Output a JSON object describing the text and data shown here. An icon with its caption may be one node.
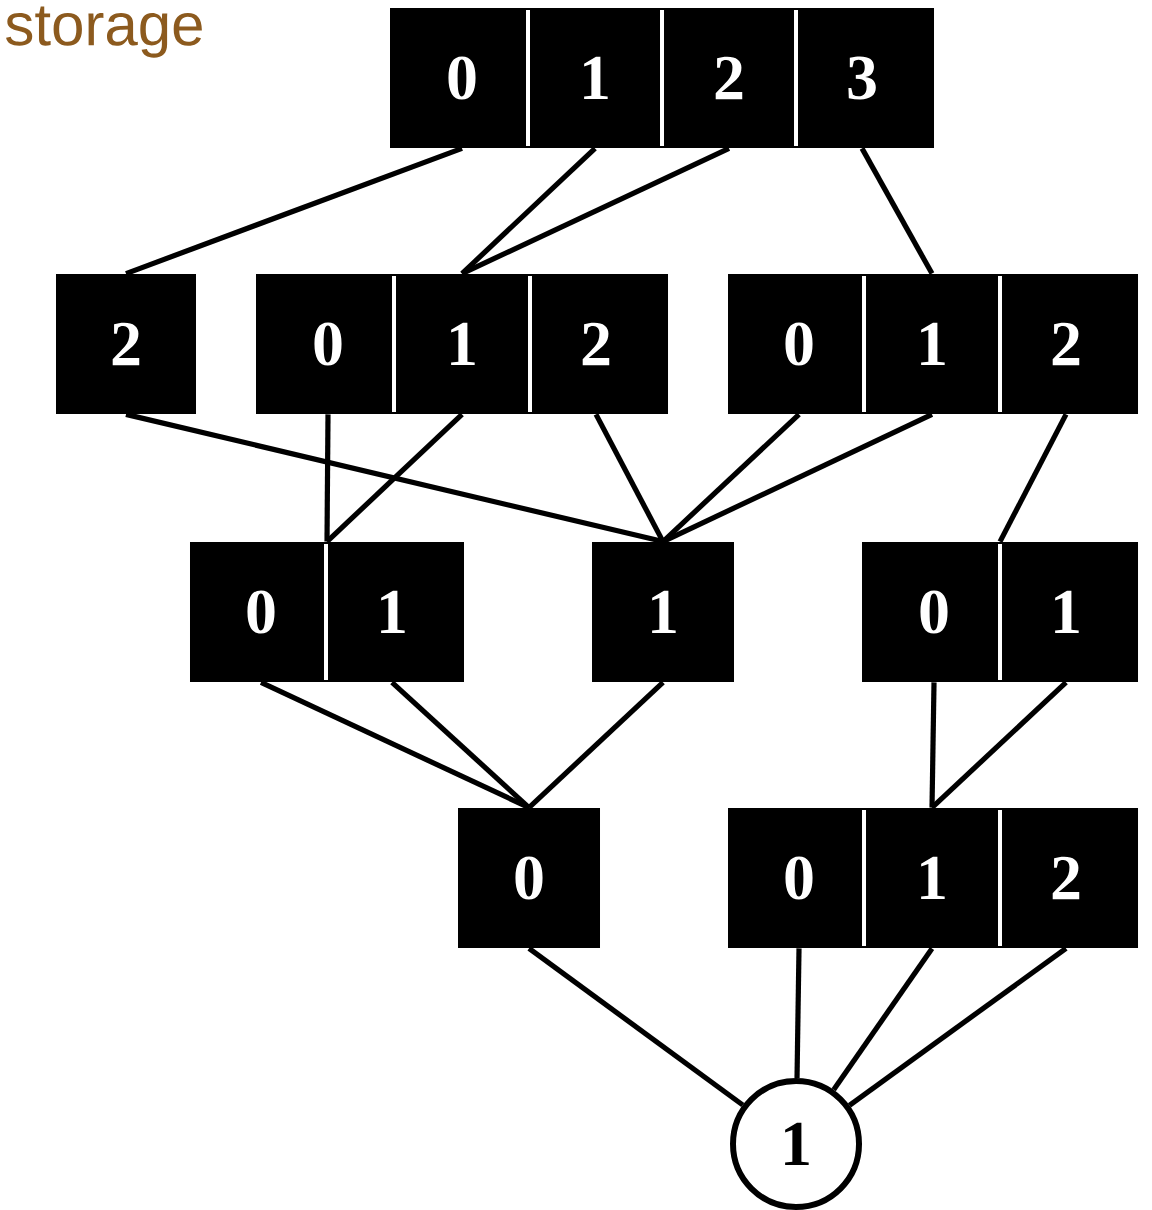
{
  "diagram": {
    "nodes": [
      {
        "text": [],
        "shape": "box"
      },
      {
        "text": [
          "0"
        ],
        "in": 0
      },
      {
        "text": [
          "1"
        ],
        "in": 0
      },
      {
        "text": [
          "2"
        ],
        "in": 0
      },
      {
        "text": [
          "3"
        ],
        "in": 0
      },
      {
        "text": [
          "2"
        ]
      },
      {
        "text": [],
        "shape": "box"
      },
      {
        "text": [
          "0"
        ],
        "in": 6
      },
      {
        "text": [
          "1"
        ],
        "in": 6
      },
      {
        "text": [
          "2"
        ],
        "in": 6
      },
      {
        "text": [],
        "shape": "box"
      },
      {
        "text": [
          "0"
        ],
        "in": 10
      },
      {
        "text": [
          "1"
        ],
        "in": 10
      },
      {
        "text": [
          "2"
        ],
        "in": 10
      },
      {
        "text": [],
        "shape": "box"
      },
      {
        "text": [
          "0"
        ],
        "in": 14
      },
      {
        "text": [
          "1"
        ],
        "in": 14
      },
      {
        "text": [
          "1"
        ]
      },
      {
        "text": [],
        "shape": "box"
      },
      {
        "text": [
          "0"
        ],
        "in": 18
      },
      {
        "text": [
          "1"
        ],
        "in": 18
      },
      {
        "text": [
          "0"
        ]
      },
      {
        "text": [],
        "shape": "box"
      },
      {
        "text": [
          "0"
        ],
        "in": 22
      },
      {
        "text": [
          "1"
        ],
        "in": 22
      },
      {
        "text": [
          "2"
        ],
        "in": 22
      },
      {
        "text": [
          "1"
        ]
      }
    ],
    "edges": [
      {
        "from": 1,
        "to": 5,
        "arrow": "none"
      },
      {
        "from": 2,
        "to": 8,
        "arrow": "none"
      },
      {
        "from": 3,
        "to": 8,
        "arrow": "none"
      },
      {
        "from": 4,
        "to": 12,
        "arrow": "none"
      },
      {
        "from": 5,
        "to": 17,
        "arrow": "none"
      },
      {
        "from": 7,
        "to": 14,
        "arrow": "none"
      },
      {
        "from": 8,
        "to": 14,
        "arrow": "none"
      },
      {
        "from": 9,
        "to": 17,
        "arrow": "none"
      },
      {
        "from": 11,
        "to": 17,
        "arrow": "none"
      },
      {
        "from": 12,
        "to": 17,
        "arrow": "none"
      },
      {
        "from": 13,
        "to": 18,
        "arrow": "none"
      },
      {
        "from": 15,
        "to": 21,
        "arrow": "none"
      },
      {
        "from": 16,
        "to": 21,
        "arrow": "none"
      },
      {
        "from": 17,
        "to": 21,
        "arrow": "none"
      },
      {
        "from": 19,
        "to": 24,
        "arrow": "none"
      },
      {
        "from": 20,
        "to": 24,
        "arrow": "none"
      },
      {
        "from": 21,
        "to": 26,
        "arrow": "none"
      },
      {
        "from": 23,
        "to": 26,
        "arrow": "none"
      },
      {
        "from": 24,
        "to": 26,
        "arrow": "none"
      },
      {
        "from": 25,
        "to": 26,
        "arrow": "none"
      }
    ],
    "labels": [
      "storage"
    ]
  }
}
